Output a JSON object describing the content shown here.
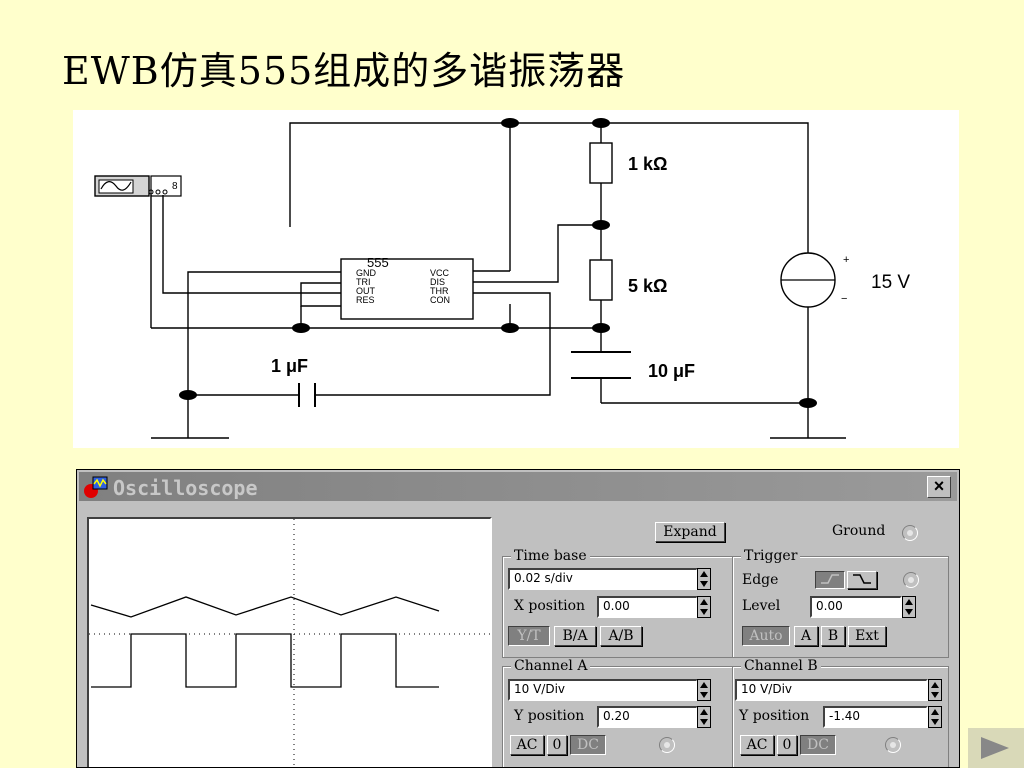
{
  "slide": {
    "title": "EWB仿真555组成的多谐振荡器"
  },
  "circuit": {
    "ic_label": "555",
    "pins_left": [
      "GND",
      "TRI",
      "OUT",
      "RES"
    ],
    "pins_right": [
      "VCC",
      "DIS",
      "THR",
      "CON"
    ],
    "r1_label": "1 kΩ",
    "r2_label": "5 kΩ",
    "c1_label": "10 μF",
    "c2_label": "1 μF",
    "source_label": "15 V",
    "source_plus": "+",
    "source_minus": "−",
    "scope_channel_mark": "8"
  },
  "oscilloscope": {
    "title": "Oscilloscope",
    "close_label": "×",
    "expand_label": "Expand",
    "ground_label": "Ground",
    "timebase": {
      "label": "Time base",
      "value": "0.02 s/div",
      "xpos_label": "X position",
      "xpos_value": "0.00",
      "modes": [
        "Y/T",
        "B/A",
        "A/B"
      ],
      "active_mode": "Y/T"
    },
    "trigger": {
      "label": "Trigger",
      "edge_label": "Edge",
      "level_label": "Level",
      "level_value": "0.00",
      "sources": [
        "Auto",
        "A",
        "B",
        "Ext"
      ],
      "active_source": "Auto"
    },
    "channel_a": {
      "label": "Channel A",
      "scale": "10 V/Div",
      "ypos_label": "Y position",
      "ypos_value": "0.20",
      "coupling": [
        "AC",
        "0",
        "DC"
      ],
      "active_coupling": "DC"
    },
    "channel_b": {
      "label": "Channel B",
      "scale": "10 V/Div",
      "ypos_label": "Y position",
      "ypos_value": "-1.40",
      "coupling": [
        "AC",
        "0",
        "DC"
      ],
      "active_coupling": "DC"
    }
  },
  "colors": {
    "slide_background": "#ffffcc",
    "panel": "#c0c0c0",
    "wire": "#000000"
  },
  "icons": {
    "next": "next-arrow-icon",
    "app": "oscilloscope-app-icon",
    "close": "close-icon",
    "edge_rising": "rising-edge-icon",
    "edge_falling": "falling-edge-icon"
  }
}
